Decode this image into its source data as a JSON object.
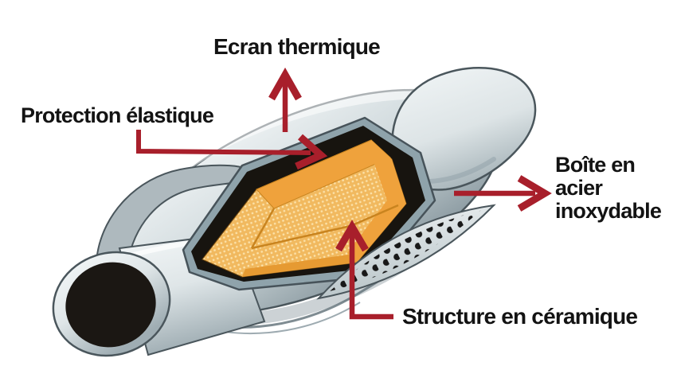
{
  "diagram": {
    "labels": {
      "heat_shield": "Ecran thermique",
      "elastic_protection": "Protection élastique",
      "steel_box_lines": [
        "Boîte en",
        "acier",
        "inoxydable"
      ],
      "ceramic_structure": "Structure en céramique"
    },
    "arrows": [
      {
        "name": "arrow-heat-shield",
        "direction": "up"
      },
      {
        "name": "arrow-elastic-protection",
        "direction": "right"
      },
      {
        "name": "arrow-steel-box",
        "direction": "right"
      },
      {
        "name": "arrow-ceramic-structure",
        "direction": "up"
      }
    ],
    "colors": {
      "arrow_red": "#a81f2b",
      "ceramic_orange": "#efa23c",
      "honeycomb_light": "#f1b95f",
      "mat_black": "#17140f",
      "shell_light": "#f0f4f5",
      "shell_dark": "#8d9ca3",
      "text": "#131313",
      "background": "#ffffff"
    }
  }
}
